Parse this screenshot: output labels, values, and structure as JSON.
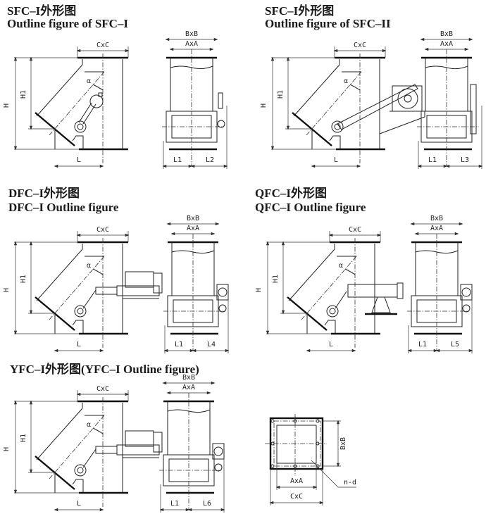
{
  "sections": [
    {
      "model": "SFC-I",
      "title_cn": "SFC–I外形图",
      "title_en": "Outline figure of SFC–I",
      "side_dims": [
        "L1",
        "L2"
      ],
      "actuator": "counterweight"
    },
    {
      "model": "SFC-II",
      "title_cn": "SFC–I外形图",
      "title_en": "Outline figure of SFC–II",
      "side_dims": [
        "L1",
        "L3"
      ],
      "actuator": "handwheel"
    },
    {
      "model": "DFC-I",
      "title_cn": "DFC–I外形图",
      "title_en": "DFC–I Outline figure",
      "side_dims": [
        "L1",
        "L4"
      ],
      "actuator": "electric"
    },
    {
      "model": "QFC-I",
      "title_cn": "QFC–I外形图",
      "title_en": "QFC–I Outline figure",
      "side_dims": [
        "L1",
        "L5"
      ],
      "actuator": "pneumatic"
    },
    {
      "model": "YFC-I",
      "title_cn": "YFC–I外形图(YFC–I Outline figure)",
      "title_en": "",
      "side_dims": [
        "L1",
        "L6"
      ],
      "actuator": "hydraulic"
    }
  ],
  "labels": {
    "cxc": "CxC",
    "bxb": "BxB",
    "axa": "AxA",
    "h": "H",
    "h1": "H1",
    "l": "L",
    "alpha": "α",
    "nd": "n-d"
  },
  "flange_view": {
    "labels": [
      "BxB",
      "AxA",
      "CxC",
      "n-d"
    ]
  }
}
